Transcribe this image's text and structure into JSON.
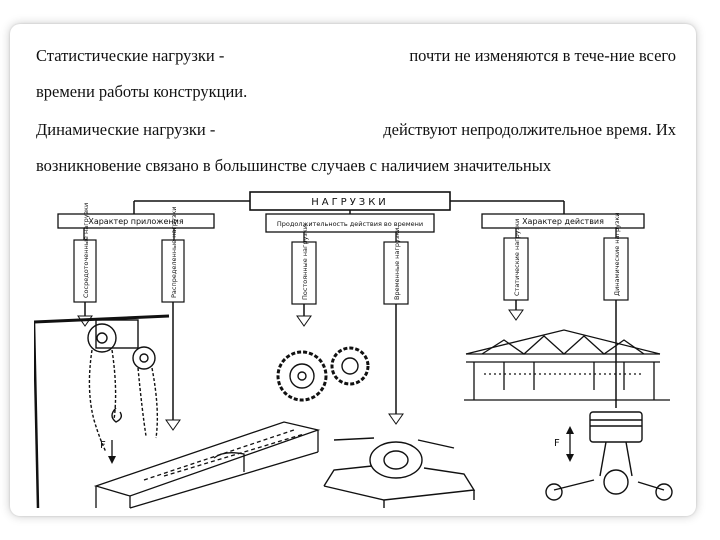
{
  "text": {
    "static_term": "Статистические нагрузки -",
    "static_rest_line1": "почти не изменяются в тече-ние всего",
    "static_rest_line2": "времени работы конструкции.",
    "dynamic_term": "Динамические нагрузки -",
    "dynamic_rest_line1": "действуют непродолжительное время. Их",
    "dynamic_rest_line2": "возникновение связано в большинстве случаев с наличием значительных"
  },
  "diagram": {
    "root": "НАГРУЗКИ",
    "groups": [
      {
        "title": "Характер приложения",
        "items": [
          "Сосредоточенные нагрузки",
          "Распределенные нагрузки"
        ]
      },
      {
        "title": "Продолжительность действия во времени",
        "items": [
          "Постоянные нагрузки",
          "Временные нагрузки"
        ]
      },
      {
        "title": "Характер действия",
        "items": [
          "Статические нагрузки",
          "Динамические нагрузки"
        ]
      }
    ],
    "force_label": "F"
  }
}
